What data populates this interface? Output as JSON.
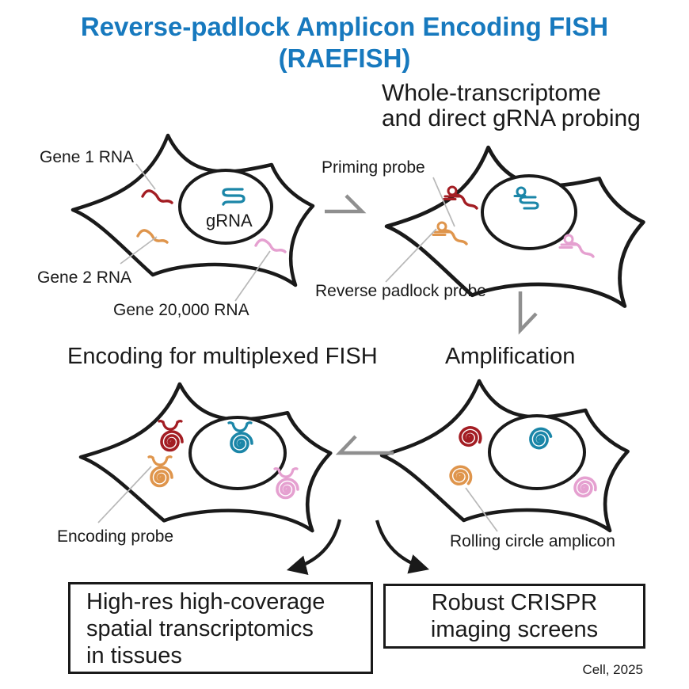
{
  "title": {
    "line1": "Reverse-padlock Amplicon Encoding FISH",
    "line2": "(RAEFISH)"
  },
  "steps": {
    "probing_heading_line1": "Whole-transcriptome",
    "probing_heading_line2": "and direct gRNA probing",
    "encoding_heading": "Encoding for multiplexed FISH",
    "amplification_heading": "Amplification"
  },
  "labels": {
    "gene1": "Gene 1 RNA",
    "gene2": "Gene 2 RNA",
    "gene20000": "Gene 20,000 RNA",
    "grna": "gRNA",
    "priming_probe": "Priming probe",
    "reverse_padlock_probe": "Reverse padlock probe",
    "encoding_probe": "Encoding probe",
    "rolling_circle_amplicon": "Rolling circle amplicon"
  },
  "outcomes": {
    "left_line1": "High-res high-coverage",
    "left_line2": "spatial transcriptomics",
    "left_line3": "in tissues",
    "right_line1": "Robust CRISPR",
    "right_line2": "imaging screens"
  },
  "footer": {
    "journal": "Cell, 2025"
  },
  "colors": {
    "title_blue": "#1779be",
    "ink_black": "#1a1a1a",
    "gene1_red": "#a31d23",
    "gene2_orange": "#df954c",
    "gene20000_pink": "#e5a0d0",
    "grna_teal": "#1b86a8",
    "arrow_gray": "#8f8f8f",
    "leader_gray": "#b8b8b8"
  }
}
